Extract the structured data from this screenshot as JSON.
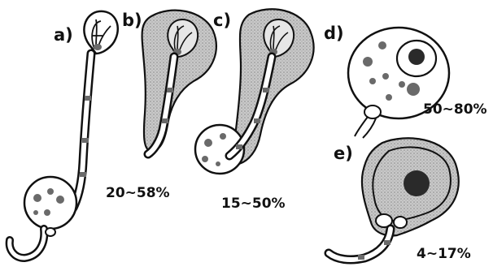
{
  "panels": [
    {
      "key": "a",
      "label": "a)"
    },
    {
      "key": "b",
      "label": "b)",
      "range": "20~58%"
    },
    {
      "key": "c",
      "label": "c)",
      "range": "15~50%"
    },
    {
      "key": "d",
      "label": "d)",
      "range": "50~80%"
    },
    {
      "key": "e",
      "label": "e)",
      "range": "4~17%"
    }
  ],
  "colors": {
    "outline": "#111111",
    "shade": "#bfbfbf",
    "spot": "#6a6a6a",
    "dark_spot": "#2a2a2a"
  }
}
